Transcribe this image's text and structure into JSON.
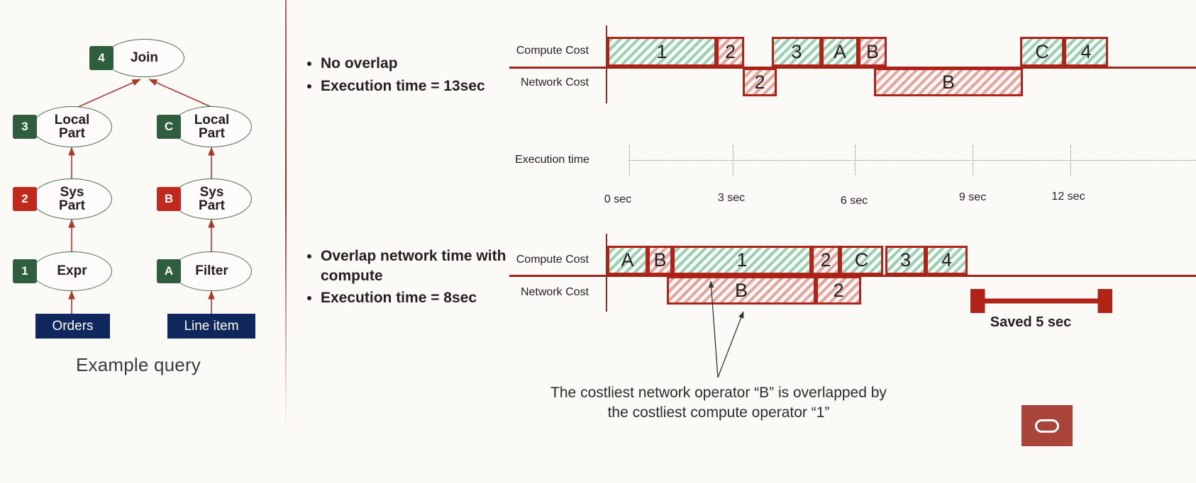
{
  "left": {
    "caption": "Example query",
    "nodes": [
      {
        "id": "join",
        "label": "Join",
        "tag": "4",
        "tag_color": "green"
      },
      {
        "id": "local-part-l",
        "label": "Local\nPart",
        "tag": "3",
        "tag_color": "green"
      },
      {
        "id": "sys-part-l",
        "label": "Sys\nPart",
        "tag": "2",
        "tag_color": "red"
      },
      {
        "id": "expr",
        "label": "Expr",
        "tag": "1",
        "tag_color": "green"
      },
      {
        "id": "local-part-r",
        "label": "Local\nPart",
        "tag": "C",
        "tag_color": "green"
      },
      {
        "id": "sys-part-r",
        "label": "Sys\nPart",
        "tag": "B",
        "tag_color": "red"
      },
      {
        "id": "filter",
        "label": "Filter",
        "tag": "A",
        "tag_color": "green"
      }
    ],
    "tables": [
      {
        "id": "orders",
        "label": "Orders"
      },
      {
        "id": "line-item",
        "label": "Line item"
      }
    ]
  },
  "top_section": {
    "bullets": [
      "No overlap",
      "Execution time = 13sec"
    ]
  },
  "bottom_section": {
    "bullets": [
      "Overlap network time with compute",
      "Execution time = 8sec"
    ]
  },
  "axis": {
    "label": "Execution time",
    "ticks": [
      "0 sec",
      "3 sec",
      "6 sec",
      "9 sec",
      "12 sec"
    ],
    "tick_values": [
      0,
      3,
      6,
      9,
      12
    ]
  },
  "saved": {
    "label": "Saved 5 sec"
  },
  "caption": {
    "line1": "The costliest network operator “B” is overlapped by",
    "line2": "the costliest compute operator “1”"
  },
  "logo": {
    "name": "oracle-logo"
  },
  "colors": {
    "accent_red": "#b02318",
    "compute_green": "#9ccfb1",
    "network_pink": "#e0a79f",
    "tag_green": "#2e5e3e",
    "tag_red": "#c2291d",
    "table_blue": "#10275e",
    "background": "#fbfaf7"
  },
  "chart_data": [
    {
      "id": "no-overlap-timeline",
      "type": "bar",
      "title": "No overlap",
      "xlabel": "Execution time",
      "xlim": [
        0,
        13.5
      ],
      "row_labels": [
        "Compute Cost",
        "Network Cost"
      ],
      "series": [
        {
          "name": "Compute Cost",
          "bars": [
            {
              "label": "1",
              "start": 0.0,
              "end": 3.85
            },
            {
              "label": "2",
              "start": 3.85,
              "end": 4.75
            },
            {
              "label": "3",
              "start": 5.7,
              "end": 6.95
            },
            {
              "label": "A",
              "start": 6.95,
              "end": 8.0
            },
            {
              "label": "B",
              "start": 8.0,
              "end": 8.95
            },
            {
              "label": "C",
              "start": 14.0,
              "end": 15.3
            },
            {
              "label": "4",
              "start": 15.3,
              "end": 16.7
            }
          ]
        },
        {
          "name": "Network Cost",
          "bars": [
            {
              "label": "2",
              "start": 4.75,
              "end": 5.7
            },
            {
              "label": "B",
              "start": 8.95,
              "end": 14.0
            }
          ]
        }
      ]
    },
    {
      "id": "overlap-timeline",
      "type": "bar",
      "title": "Overlap network time with compute",
      "xlabel": "Execution time",
      "xlim": [
        0,
        13.5
      ],
      "row_labels": [
        "Compute Cost",
        "Network Cost"
      ],
      "series": [
        {
          "name": "Compute Cost",
          "bars": [
            {
              "label": "A",
              "start": 0.0,
              "end": 1.45
            },
            {
              "label": "B",
              "start": 1.45,
              "end": 2.25
            },
            {
              "label": "1",
              "start": 2.25,
              "end": 7.2
            },
            {
              "label": "2",
              "start": 7.2,
              "end": 8.1
            },
            {
              "label": "C",
              "start": 8.1,
              "end": 9.4
            },
            {
              "label": "3",
              "start": 9.4,
              "end": 10.75
            },
            {
              "label": "4",
              "start": 10.75,
              "end": 12.1
            }
          ]
        },
        {
          "name": "Network Cost",
          "bars": [
            {
              "label": "B",
              "start": 2.25,
              "end": 7.2
            },
            {
              "label": "2",
              "start": 7.2,
              "end": 8.1
            }
          ]
        }
      ]
    }
  ]
}
